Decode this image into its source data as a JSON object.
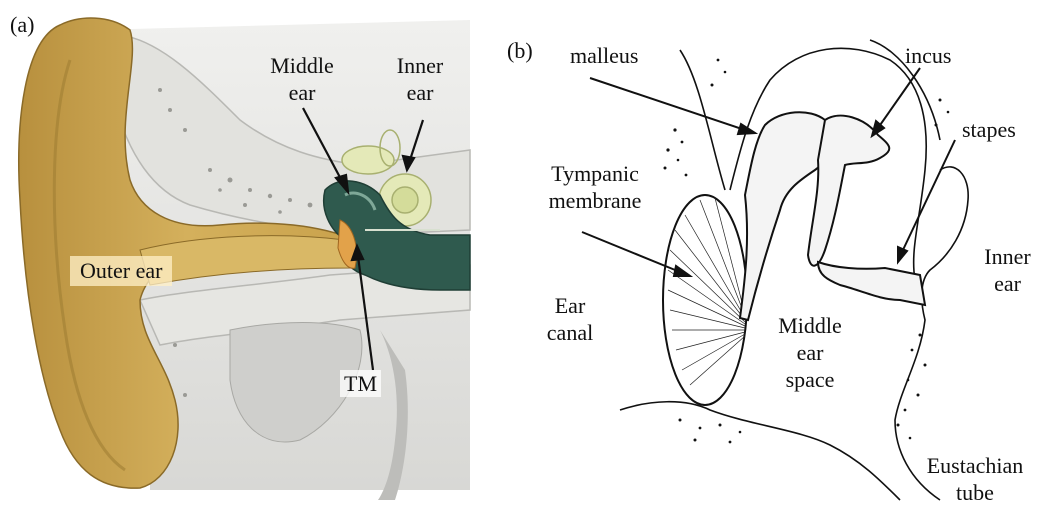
{
  "panel_a": {
    "letter": "(a)",
    "middle_ear_1": "Middle",
    "middle_ear_2": "ear",
    "inner_ear_1": "Inner",
    "inner_ear_2": "ear",
    "outer_ear": "Outer ear",
    "tm": "TM"
  },
  "panel_b": {
    "letter": "(b)",
    "malleus": "malleus",
    "incus": "incus",
    "stapes": "stapes",
    "tympanic_1": "Tympanic",
    "tympanic_2": "membrane",
    "ear_canal_1": "Ear",
    "ear_canal_2": "canal",
    "middle_space_1": "Middle",
    "middle_space_2": "ear",
    "middle_space_3": "space",
    "inner_ear_1": "Inner",
    "inner_ear_2": "ear",
    "eustachian_1": "Eustachian",
    "eustachian_2": "tube"
  },
  "colors": {
    "skin": "#d4b05c",
    "middle_ear_teal": "#2f5a4e",
    "inner_ear_green": "#e4e9b8",
    "tympanic_orange": "#e2a24a",
    "tissue_gray": "#e2e2de"
  }
}
